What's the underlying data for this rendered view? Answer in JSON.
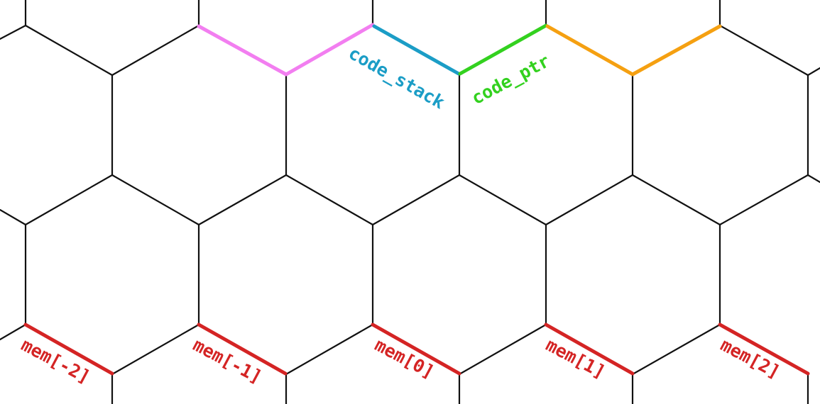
{
  "colors": {
    "background": "#ffffff",
    "grid": "#111111",
    "pink": "#f27ef0",
    "blue": "#1b9dc6",
    "green": "#33d11f",
    "orange": "#f5a011",
    "red": "#d42424"
  },
  "labels": {
    "code_stack": "code_stack",
    "code_ptr": "code_ptr",
    "mem_m2": "mem[-2]",
    "mem_m1": "mem[-1]",
    "mem_0": "mem[0]",
    "mem_1": "mem[1]",
    "mem_2": "mem[2]"
  }
}
